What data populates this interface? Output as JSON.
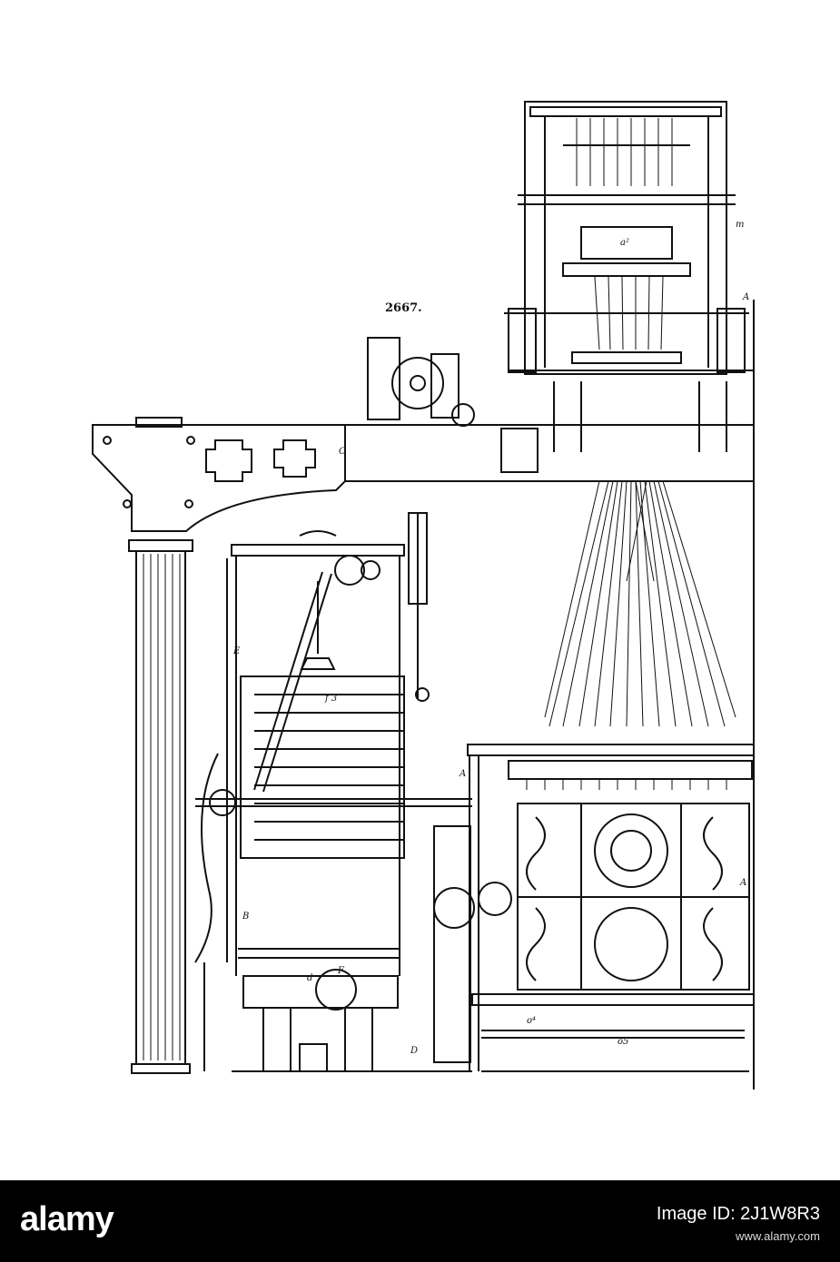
{
  "figure": {
    "number": "2667."
  },
  "watermark": {
    "logo": "alamy",
    "image_id": "Image ID: 2J1W8R3",
    "url": "www.alamy.com"
  },
  "labels": {
    "A_top": "A",
    "A_mid": "A",
    "A_right": "A",
    "B": "B",
    "C": "C",
    "D": "D",
    "E": "E",
    "F": "F",
    "d": "d",
    "f3": "f 3",
    "a2": "a²",
    "m": "m",
    "o4": "o⁴",
    "o5": "o5"
  }
}
